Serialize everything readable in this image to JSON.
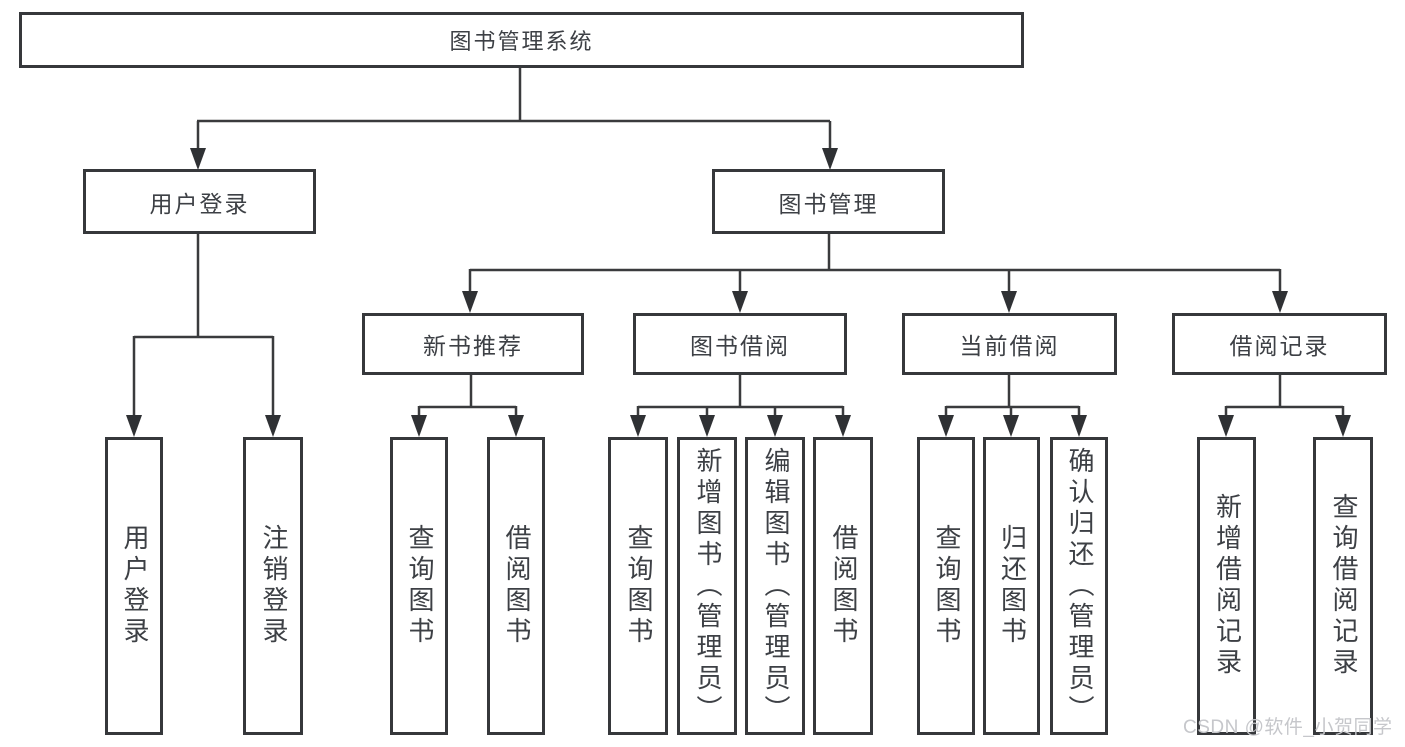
{
  "tree": {
    "label": "图书管理系统",
    "children": [
      {
        "label": "用户登录",
        "children": [
          {
            "label": "用户登录"
          },
          {
            "label": "注销登录"
          }
        ]
      },
      {
        "label": "图书管理",
        "children": [
          {
            "label": "新书推荐",
            "children": [
              {
                "label": "查询图书"
              },
              {
                "label": "借阅图书"
              }
            ]
          },
          {
            "label": "图书借阅",
            "children": [
              {
                "label": "查询图书"
              },
              {
                "label": "新增图书（管理员）"
              },
              {
                "label": "编辑图书（管理员）"
              },
              {
                "label": "借阅图书"
              }
            ]
          },
          {
            "label": "当前借阅",
            "children": [
              {
                "label": "查询图书"
              },
              {
                "label": "归还图书"
              },
              {
                "label": "确认归还（管理员）"
              }
            ]
          },
          {
            "label": "借阅记录",
            "children": [
              {
                "label": "新增借阅记录"
              },
              {
                "label": "查询借阅记录"
              }
            ]
          }
        ]
      }
    ]
  },
  "watermark": {
    "text": "CSDN @软件_小贺同学",
    "color": "#c6c7cb"
  },
  "colors": {
    "background": "#ffffff",
    "line": "#3a3b3d",
    "arrow": "#2f3134",
    "box_border": "#36383b",
    "text": "#3d4045"
  }
}
